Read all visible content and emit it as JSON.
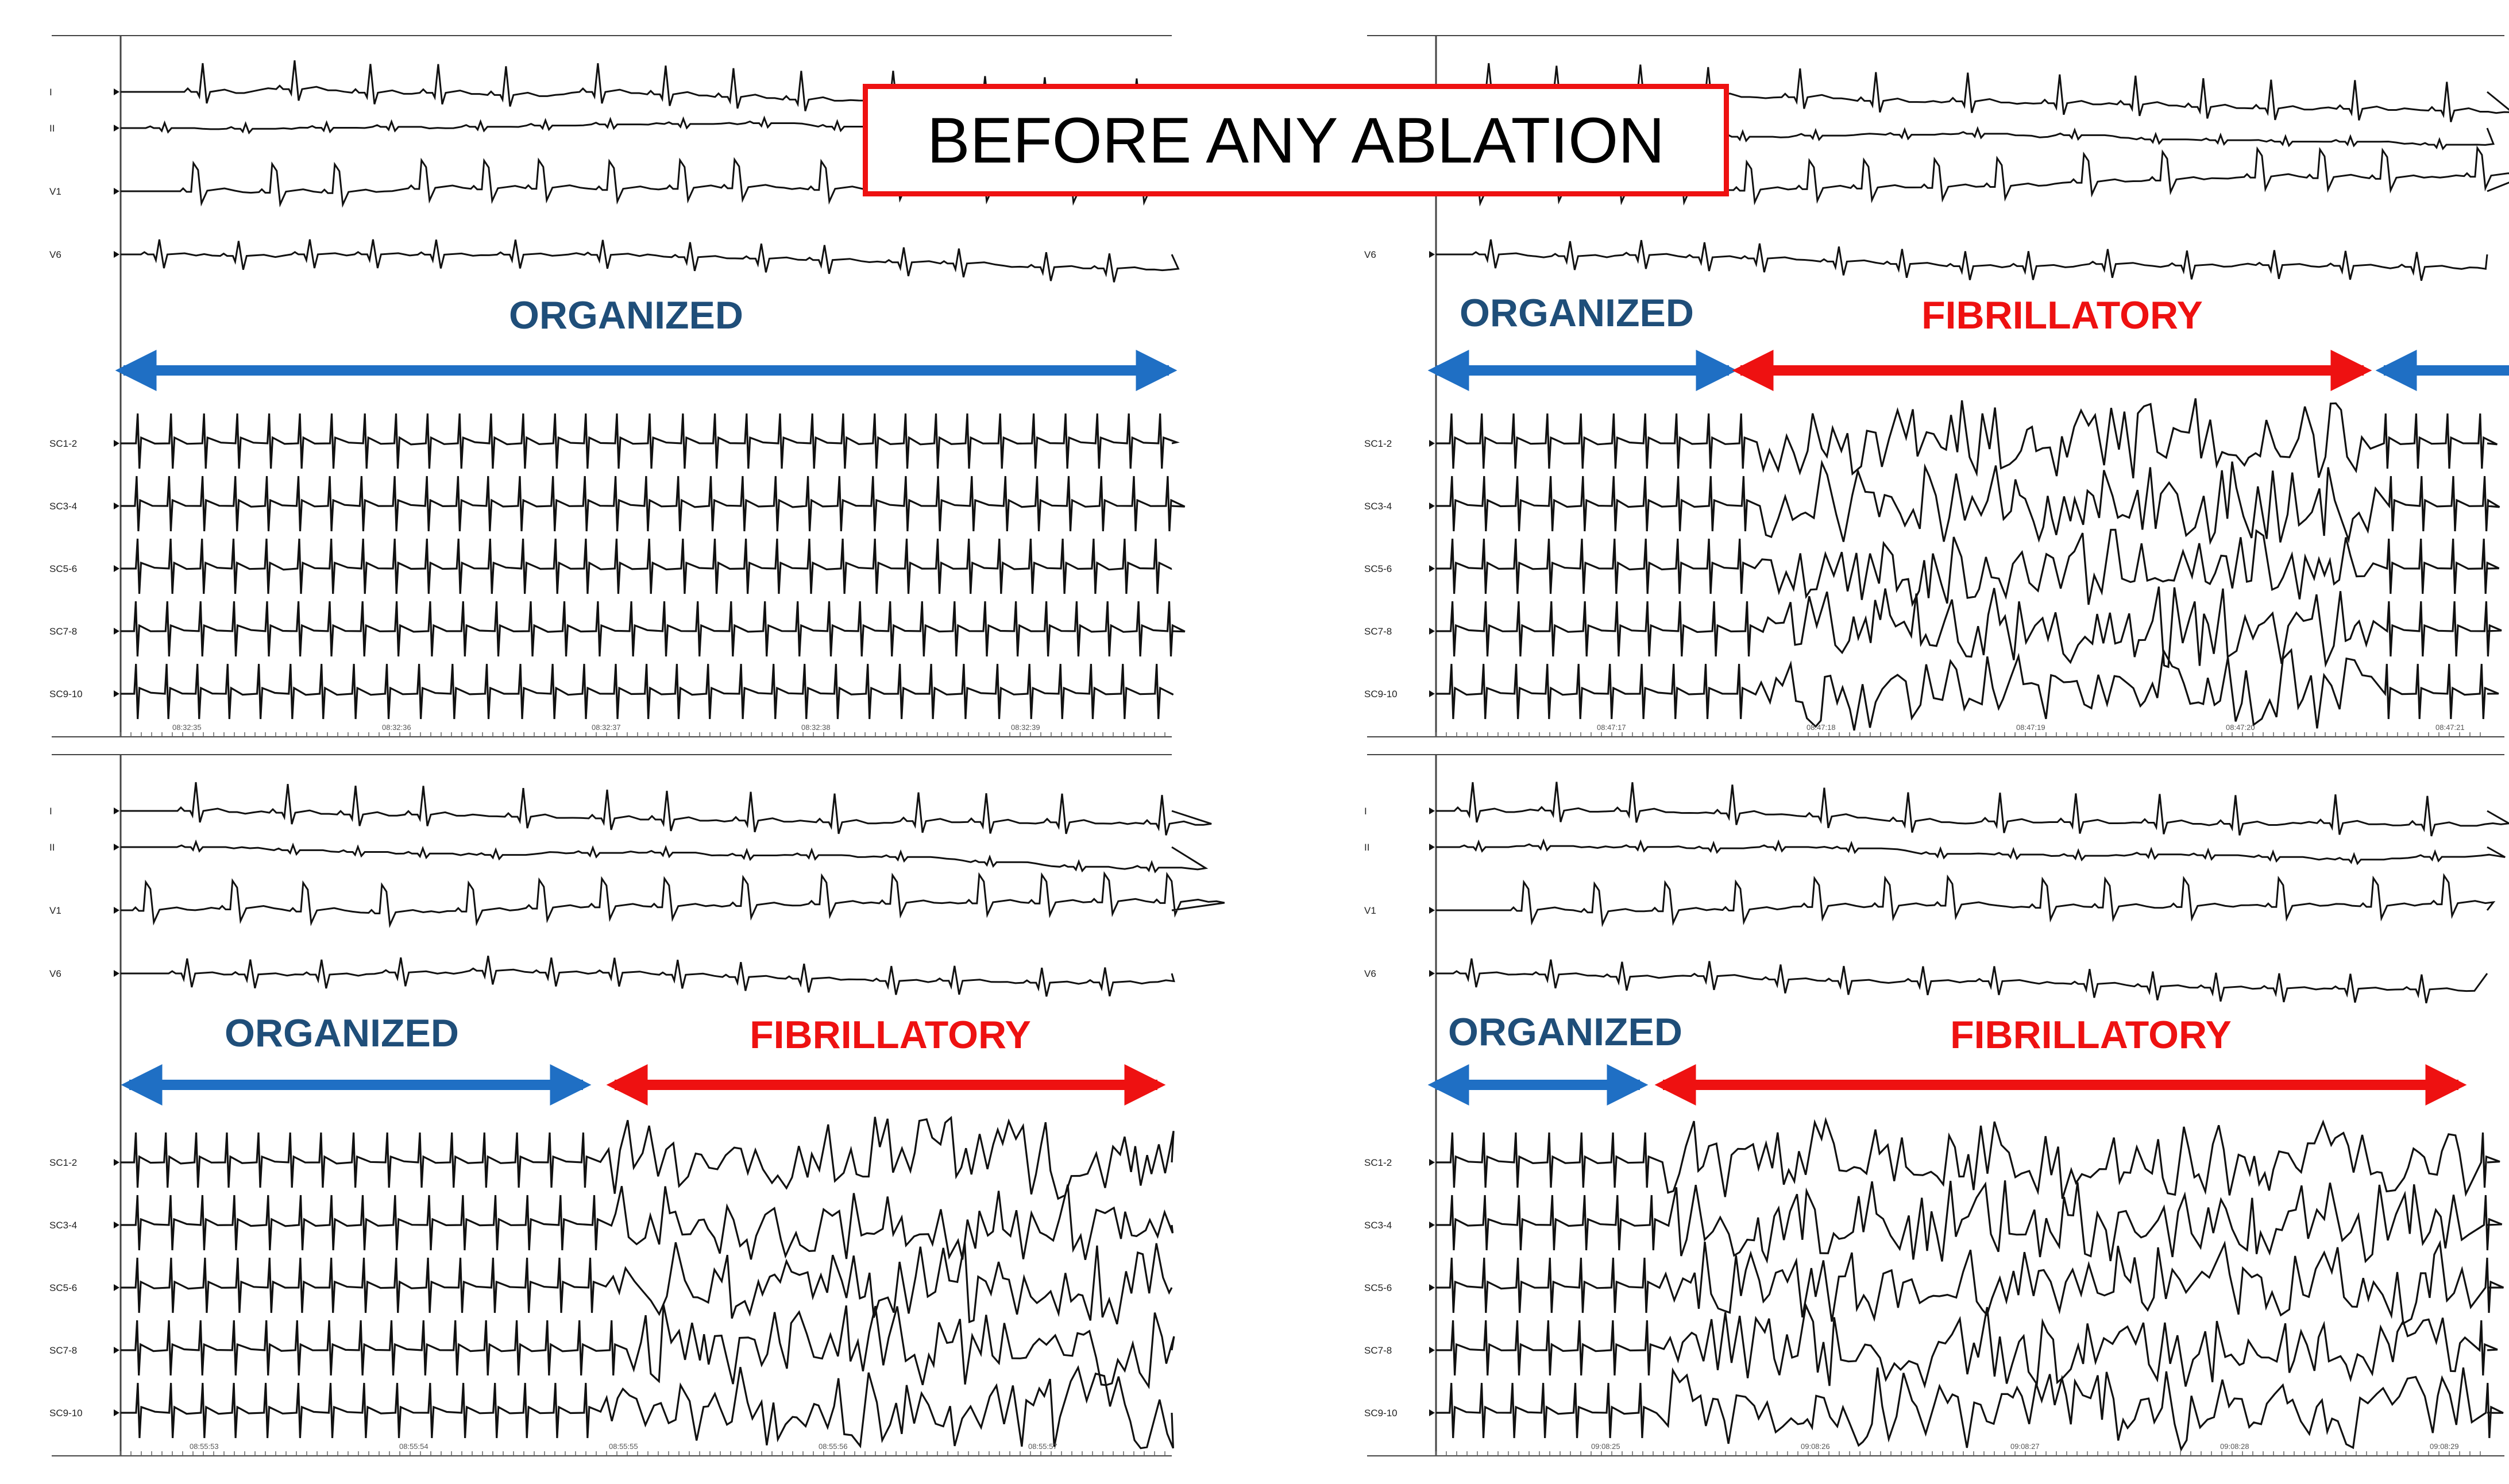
{
  "title": "BEFORE ANY ABLATION",
  "leads": {
    "surface": [
      "I",
      "II",
      "V1",
      "V6"
    ],
    "intracardiac": [
      "SC1-2",
      "SC3-4",
      "SC5-6",
      "SC7-8",
      "SC9-10"
    ]
  },
  "colors": {
    "organized": "#1f6fc4",
    "organized_text": "#1f4e79",
    "fibrillatory": "#ee1111",
    "trace": "#111111"
  },
  "panels": [
    {
      "id": "top-left",
      "times": [
        "08:32:35",
        "08:32:36",
        "08:32:37",
        "08:32:38",
        "08:32:39"
      ],
      "segments": [
        {
          "label": "ORGANIZED",
          "type": "organized"
        }
      ]
    },
    {
      "id": "top-right",
      "times": [
        "08:47:17",
        "08:47:18",
        "08:47:19",
        "08:47:20",
        "08:47:21"
      ],
      "segments": [
        {
          "label": "ORGANIZED",
          "type": "organized"
        },
        {
          "label": "FIBRILLATORY",
          "type": "fibrillatory"
        },
        {
          "label": "",
          "type": "organized"
        }
      ]
    },
    {
      "id": "bottom-left",
      "times": [
        "08:55:53",
        "08:55:54",
        "08:55:55",
        "08:55:56",
        "08:55:57"
      ],
      "segments": [
        {
          "label": "ORGANIZED",
          "type": "organized"
        },
        {
          "label": "FIBRILLATORY",
          "type": "fibrillatory"
        }
      ]
    },
    {
      "id": "bottom-right",
      "times": [
        "09:08:25",
        "09:08:26",
        "09:08:27",
        "09:08:28",
        "09:08:29"
      ],
      "segments": [
        {
          "label": "ORGANIZED",
          "type": "organized"
        },
        {
          "label": "FIBRILLATORY",
          "type": "fibrillatory"
        }
      ]
    }
  ]
}
